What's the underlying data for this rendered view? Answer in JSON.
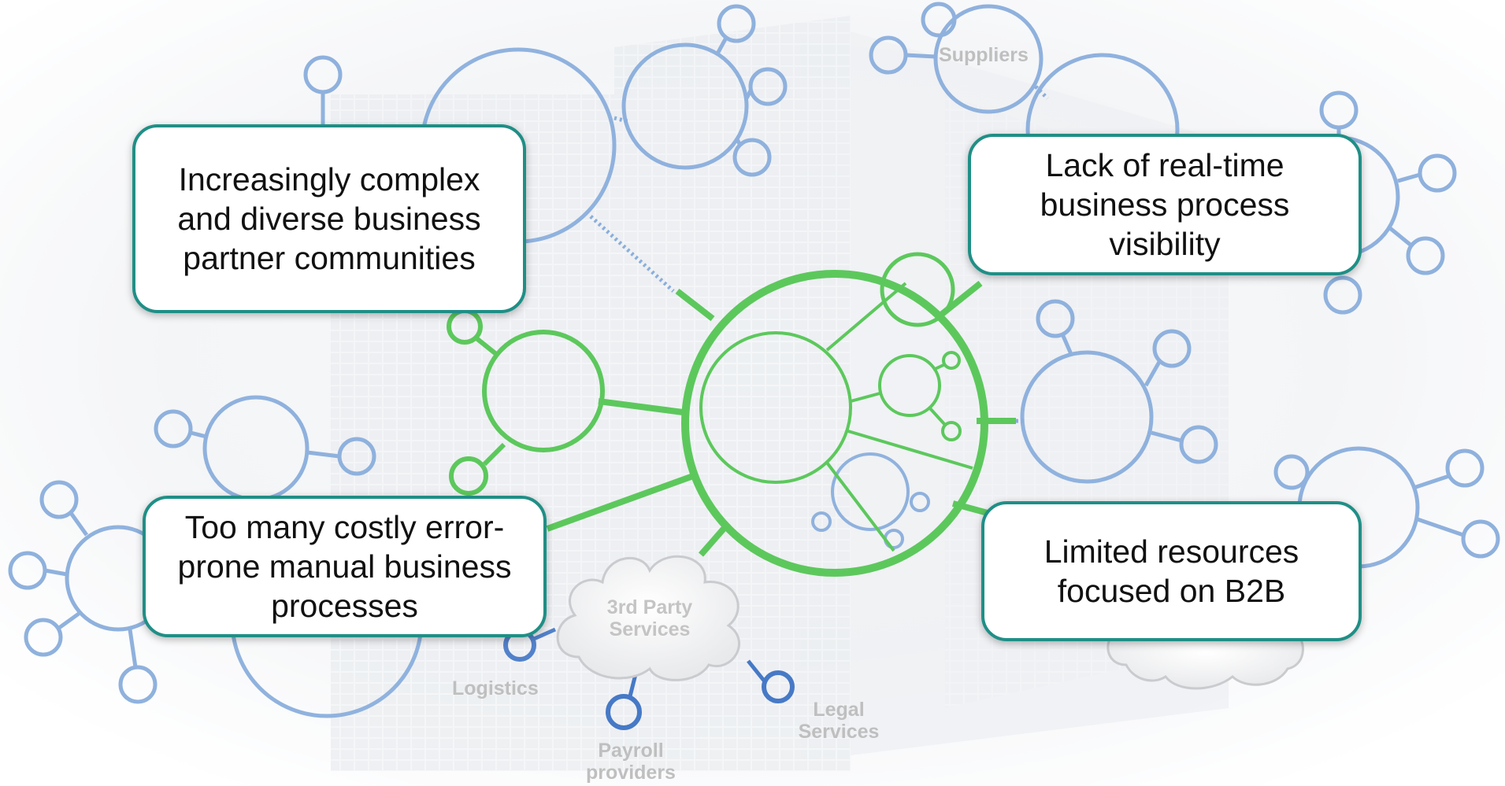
{
  "callouts": {
    "top_left": "Increasingly complex and diverse business partner communities",
    "top_right": "Lack of real-time business process visibility",
    "bottom_left": "Too many costly error-prone manual business processes",
    "bottom_right": "Limited resources focused on B2B"
  },
  "network_labels": {
    "suppliers": "Suppliers",
    "third_party_services": "3rd Party Services",
    "logistics": "Logistics",
    "payroll": "Payroll providers",
    "legal": "Legal Services"
  },
  "colors": {
    "hub_green": "#5cc85c",
    "network_blue": "#8aaedc",
    "callout_border": "#1f8f86",
    "label_gray": "#bfbfbf"
  }
}
